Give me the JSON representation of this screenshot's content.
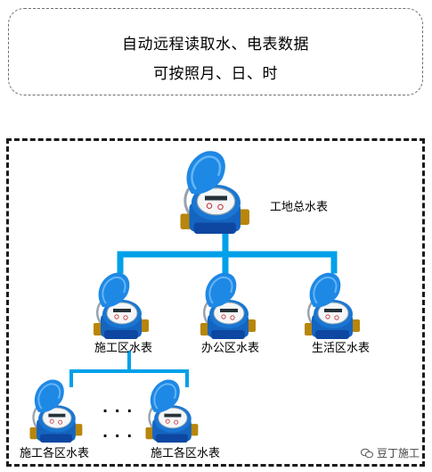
{
  "caption": {
    "line1": "自动远程读取水、电表数据",
    "line2": "可按照月、日、时"
  },
  "nodes": {
    "main": "工地总水表",
    "construction": "施工区水表",
    "office": "办公区水表",
    "living": "生活区水表",
    "sub_a": "施工各区水表",
    "sub_b": "施工各区水表"
  },
  "ellipsis": ". . .",
  "watermark": {
    "text": "豆丁施工"
  },
  "colors": {
    "connector": "#00a0e9",
    "meter_body": "#1565c0",
    "meter_lid": "#1e88e5",
    "dial": "#f4f6f8",
    "brass": "#b8860b"
  }
}
